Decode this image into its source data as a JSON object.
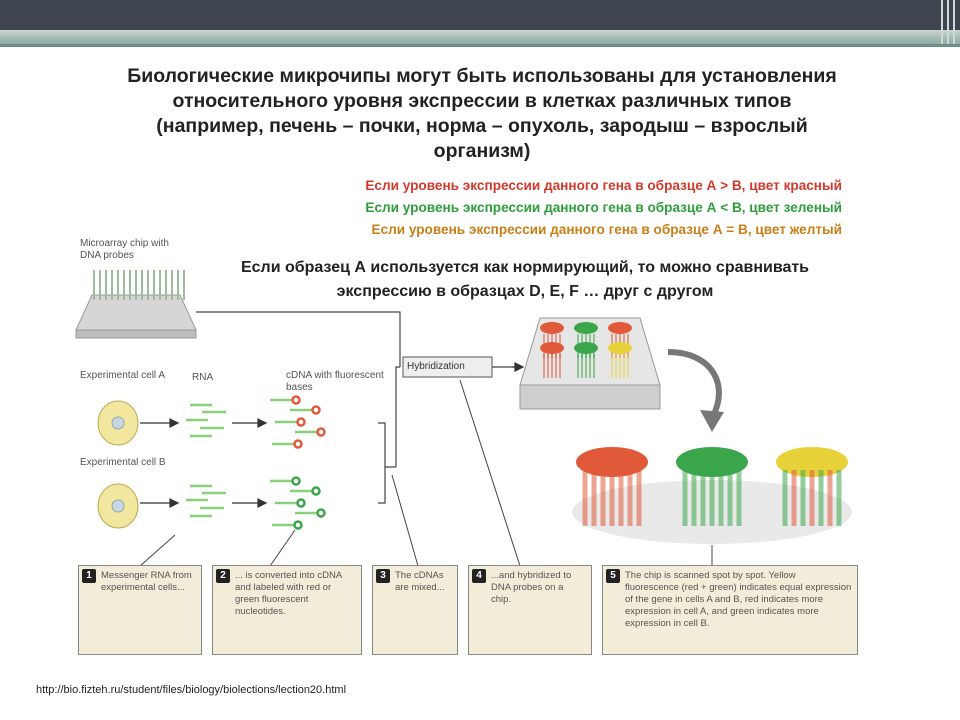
{
  "slide": {
    "heading": "Биологические микрочипы могут быть использованы для установления относительного уровня экспрессии в клетках различных типов (например, печень – почки, норма – опухоль, зародыш – взрослый организм)",
    "rules": [
      {
        "text": "Если уровень экспрессии данного гена в образце А > B, цвет красный",
        "color": "#d03a2c"
      },
      {
        "text": "Если уровень экспрессии данного гена в образце А < B, цвет зеленый",
        "color": "#2e9e3c"
      },
      {
        "text": "Если уровень экспрессии данного гена в образце А = B, цвет желтый",
        "color": "#c87f17"
      }
    ],
    "note": "Если образец А используется как нормирующий, то можно сравнивать экспрессию в образцах D, E, F … друг с другом",
    "source": "http://bio.fizteh.ru/student/files/biology/biolections/lection20.html"
  },
  "diagram": {
    "chip_label": "Microarray chip with DNA probes",
    "cell_a_label": "Experimental cell A",
    "cell_b_label": "Experimental cell B",
    "rna_label": "RNA",
    "cdna_label": "cDNA with fluorescent bases",
    "hybridization_label": "Hybridization",
    "colors": {
      "red": "#e05a3a",
      "green": "#3aa54a",
      "yellow": "#e8d23a",
      "cell": "#f3e7a0",
      "box": "#f2ecd8"
    },
    "steps": [
      {
        "num": "1",
        "text": "Messenger RNA from experimental cells..."
      },
      {
        "num": "2",
        "text": "... is converted into cDNA and labeled with red or green fluorescent nucleotides."
      },
      {
        "num": "3",
        "text": "The cDNAs are mixed..."
      },
      {
        "num": "4",
        "text": "...and hybridized to DNA probes on a chip."
      },
      {
        "num": "5",
        "text": "The chip is scanned spot by spot. Yellow fluorescence (red + green) indicates equal expression of the gene in cells A and B, red indicates more expression in cell A, and green indicates more expression in cell B."
      }
    ]
  }
}
